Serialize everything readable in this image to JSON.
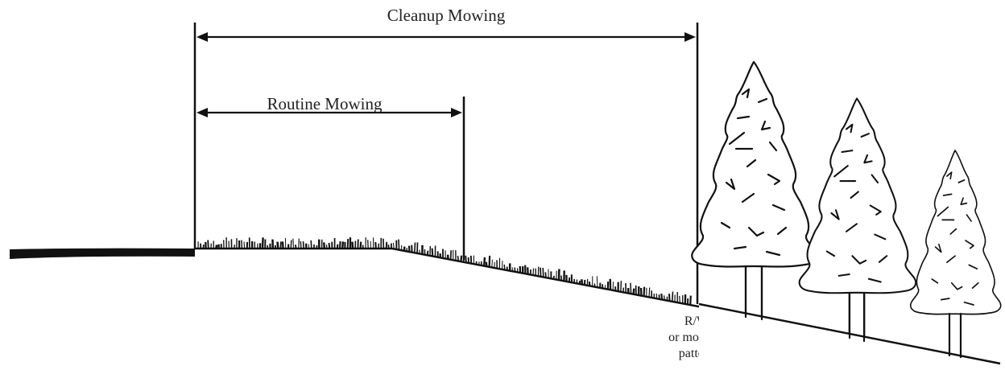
{
  "labels": {
    "cleanup": "Cleanup Mowing",
    "routine": "Routine Mowing",
    "rw_line1": "R/W",
    "rw_line2": "or mowing",
    "rw_line3": "pattern"
  }
}
